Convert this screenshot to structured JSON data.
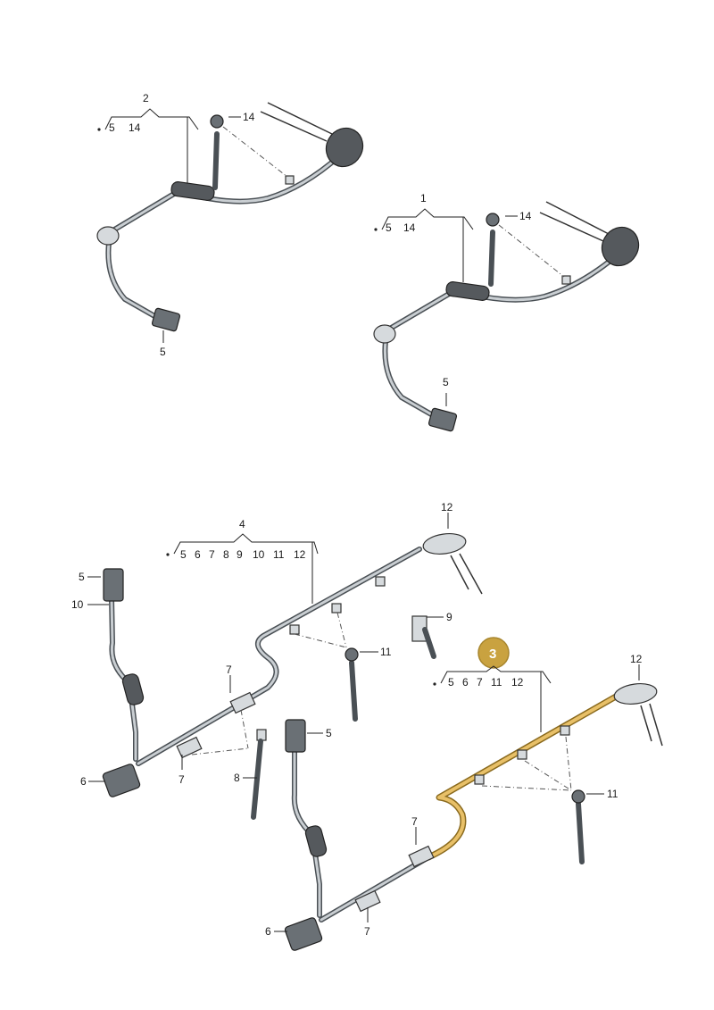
{
  "callouts": {
    "group2": {
      "number": "2",
      "parts": [
        "5",
        "14"
      ]
    },
    "group1": {
      "number": "1",
      "parts": [
        "5",
        "14"
      ]
    },
    "group4": {
      "number": "4",
      "parts": [
        "5",
        "6",
        "7",
        "8",
        "9",
        "10",
        "11",
        "12"
      ]
    },
    "group3": {
      "number": "3",
      "parts": [
        "5",
        "6",
        "7",
        "11",
        "12"
      ]
    }
  },
  "labels": {
    "a14": "14",
    "a5": "5",
    "b14": "14",
    "b5": "5",
    "c12": "12",
    "c5": "5",
    "c10": "10",
    "c9": "9",
    "c11": "11",
    "c7a": "7",
    "c7b": "7",
    "c6": "6",
    "c8": "8",
    "d12": "12",
    "d5": "5",
    "d11": "11",
    "d7a": "7",
    "d7b": "7",
    "d6": "6"
  },
  "colors": {
    "highlight": "#c9a240",
    "highlight_text": "#ffffff",
    "cable": "#4a5055"
  }
}
